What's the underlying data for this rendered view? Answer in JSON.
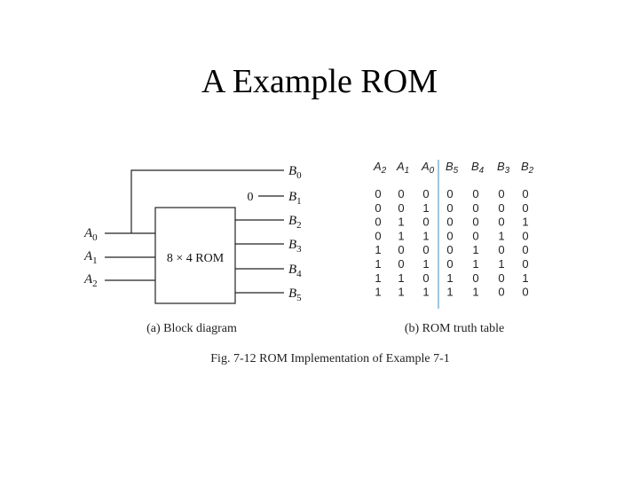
{
  "title": "A Example ROM",
  "block_diagram": {
    "box_label": "8 × 4 ROM",
    "inputs": [
      {
        "base": "A",
        "sub": "0"
      },
      {
        "base": "A",
        "sub": "1"
      },
      {
        "base": "A",
        "sub": "2"
      }
    ],
    "outputs": [
      {
        "base": "B",
        "sub": "0"
      },
      {
        "base": "B",
        "sub": "1"
      },
      {
        "base": "B",
        "sub": "2"
      },
      {
        "base": "B",
        "sub": "3"
      },
      {
        "base": "B",
        "sub": "4"
      },
      {
        "base": "B",
        "sub": "5"
      }
    ],
    "zero_label": "0",
    "caption": "(a) Block diagram"
  },
  "truth_table": {
    "headers": [
      {
        "base": "A",
        "sub": "2"
      },
      {
        "base": "A",
        "sub": "1"
      },
      {
        "base": "A",
        "sub": "0"
      },
      {
        "base": "B",
        "sub": "5"
      },
      {
        "base": "B",
        "sub": "4"
      },
      {
        "base": "B",
        "sub": "3"
      },
      {
        "base": "B",
        "sub": "2"
      }
    ],
    "rows": [
      [
        "0",
        "0",
        "0",
        "0",
        "0",
        "0",
        "0"
      ],
      [
        "0",
        "0",
        "1",
        "0",
        "0",
        "0",
        "0"
      ],
      [
        "0",
        "1",
        "0",
        "0",
        "0",
        "0",
        "1"
      ],
      [
        "0",
        "1",
        "1",
        "0",
        "0",
        "1",
        "0"
      ],
      [
        "1",
        "0",
        "0",
        "0",
        "1",
        "0",
        "0"
      ],
      [
        "1",
        "0",
        "1",
        "0",
        "1",
        "1",
        "0"
      ],
      [
        "1",
        "1",
        "0",
        "1",
        "0",
        "0",
        "1"
      ],
      [
        "1",
        "1",
        "1",
        "1",
        "1",
        "0",
        "0"
      ]
    ],
    "divider_color": "#7fb3d8",
    "caption": "(b) ROM truth table"
  },
  "figure_caption": "Fig. 7-12  ROM Implementation of Example 7-1"
}
